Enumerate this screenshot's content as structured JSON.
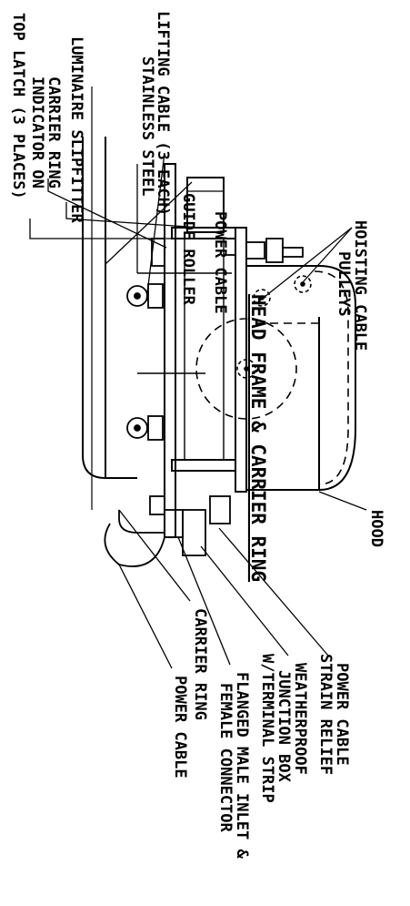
{
  "title": "HEAD FRAME & CARRIER RING",
  "labels": {
    "top_latch": "TOP LATCH (3 PLACES)",
    "indicator_1": "INDICATOR ON",
    "indicator_2": "CARRIER RING",
    "luminaire": "LUMINAIRE SLIPFITTER",
    "stainless_1": "STAINLESS STEEL",
    "stainless_2": "LIFTING CABLE (3 EACH)",
    "guide_roller": "GUIDE ROLLER",
    "power_cable_top": "POWER CABLE",
    "hoisting_1": "HOISTING CABLE",
    "hoisting_2": "PULLEYS",
    "hood": "HOOD",
    "strain_1": "POWER CABLE",
    "strain_2": "STRAIN RELIEF",
    "junction_1": "WEATHERPROOF",
    "junction_2": "JUNCTION BOX",
    "junction_3": "W/TERMINAL STRIP",
    "flanged_1": "FLANGED MALE INLET &",
    "flanged_2": "FEMALE CONNECTOR",
    "carrier_ring": "CARRIER RING",
    "power_cable_bottom": "POWER CABLE"
  }
}
